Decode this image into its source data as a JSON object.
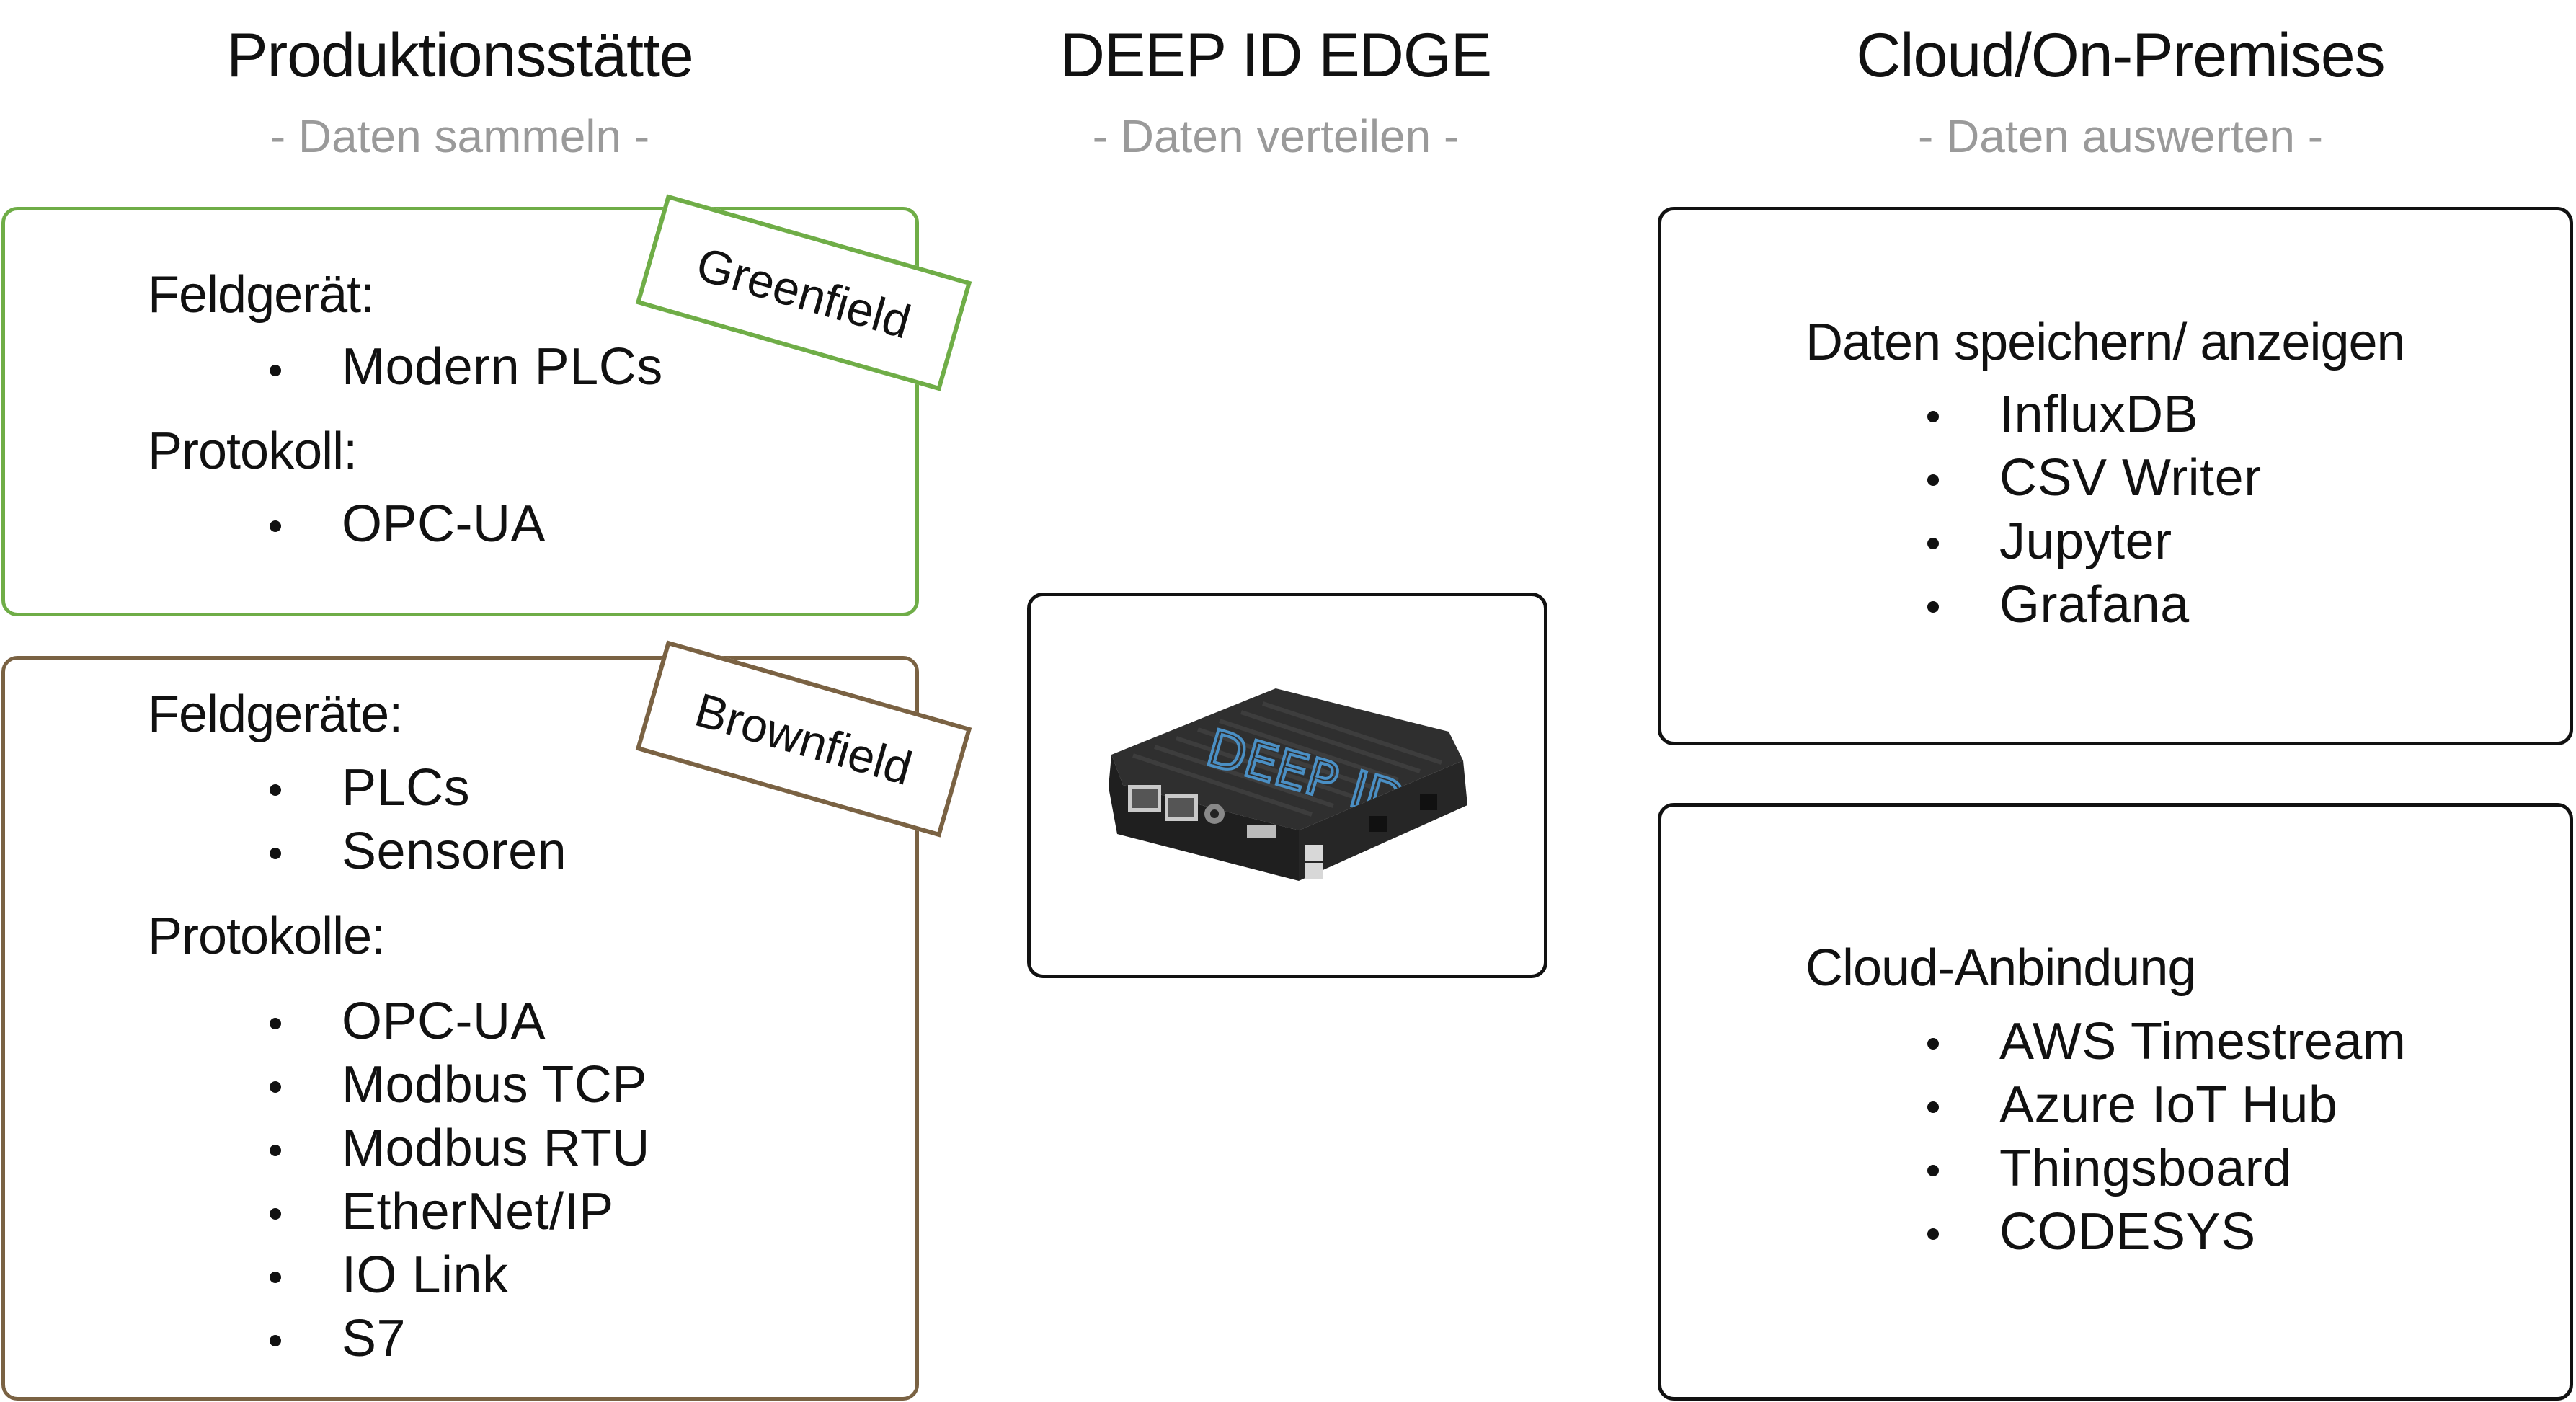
{
  "columns": [
    {
      "title": "Produktionsstätte",
      "subtitle": "- Daten sammeln -"
    },
    {
      "title": "DEEP ID EDGE",
      "subtitle": "- Daten verteilen -"
    },
    {
      "title": "Cloud/On-Premises",
      "subtitle": "- Daten auswerten -"
    }
  ],
  "greenfield": {
    "tag": "Greenfield",
    "field_label": "Feldgerät:",
    "field_items": [
      "Modern PLCs"
    ],
    "protocol_label": "Protokoll:",
    "protocol_items": [
      "OPC-UA"
    ]
  },
  "brownfield": {
    "tag": "Brownfield",
    "field_label": "Feldgeräte:",
    "field_items": [
      "PLCs",
      "Sensoren"
    ],
    "protocol_label": "Protokolle:",
    "protocol_items": [
      "OPC-UA",
      "Modbus TCP",
      "Modbus RTU",
      "EtherNet/IP",
      "IO Link",
      "S7"
    ]
  },
  "storage": {
    "label": "Daten speichern/ anzeigen",
    "items": [
      "InfluxDB",
      "CSV Writer",
      "Jupyter",
      "Grafana"
    ]
  },
  "cloud": {
    "label": "Cloud-Anbindung",
    "items": [
      "AWS Timestream",
      "Azure IoT Hub",
      "Thingsboard",
      "CODESYS"
    ]
  },
  "device": {
    "logo_text": "DEEP ID",
    "colors": {
      "case": "#2a2a2a",
      "logo": "#4a8fc4",
      "port": "#c9c9c9"
    }
  }
}
